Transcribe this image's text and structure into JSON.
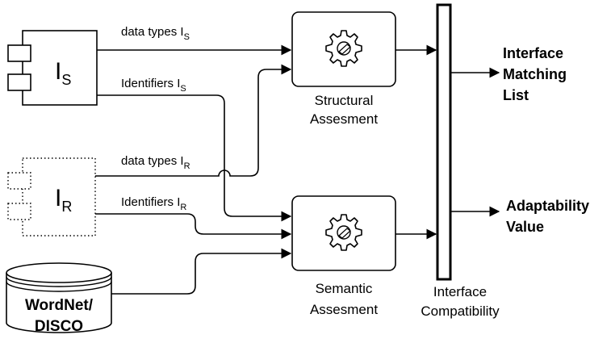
{
  "components": {
    "is": {
      "main": "I",
      "sub": "S"
    },
    "ir": {
      "main": "I",
      "sub": "R"
    }
  },
  "edges": {
    "data_types_is": {
      "text": "data types I",
      "sub": "S"
    },
    "identifiers_is": {
      "text": "Identifiers I",
      "sub": "S"
    },
    "data_types_ir": {
      "text": "data types I",
      "sub": "R"
    },
    "identifiers_ir": {
      "text": "Identifiers I",
      "sub": "R"
    }
  },
  "processes": {
    "structural": {
      "line1": "Structural",
      "line2": "Assesment",
      "icon": "gear-icon"
    },
    "semantic": {
      "line1": "Semantic",
      "line2": "Assesment",
      "icon": "gear-icon"
    }
  },
  "database": {
    "line1": "WordNet/",
    "line2": "DISCO",
    "icon": "database-cylinder-icon"
  },
  "compatibility_bar": {
    "line1": "Interface",
    "line2": "Compatibility"
  },
  "outputs": {
    "matching": {
      "line1": "Interface",
      "line2": "Matching",
      "line3": "List"
    },
    "adaptability": {
      "line1": "Adaptability",
      "line2": "Value"
    }
  }
}
